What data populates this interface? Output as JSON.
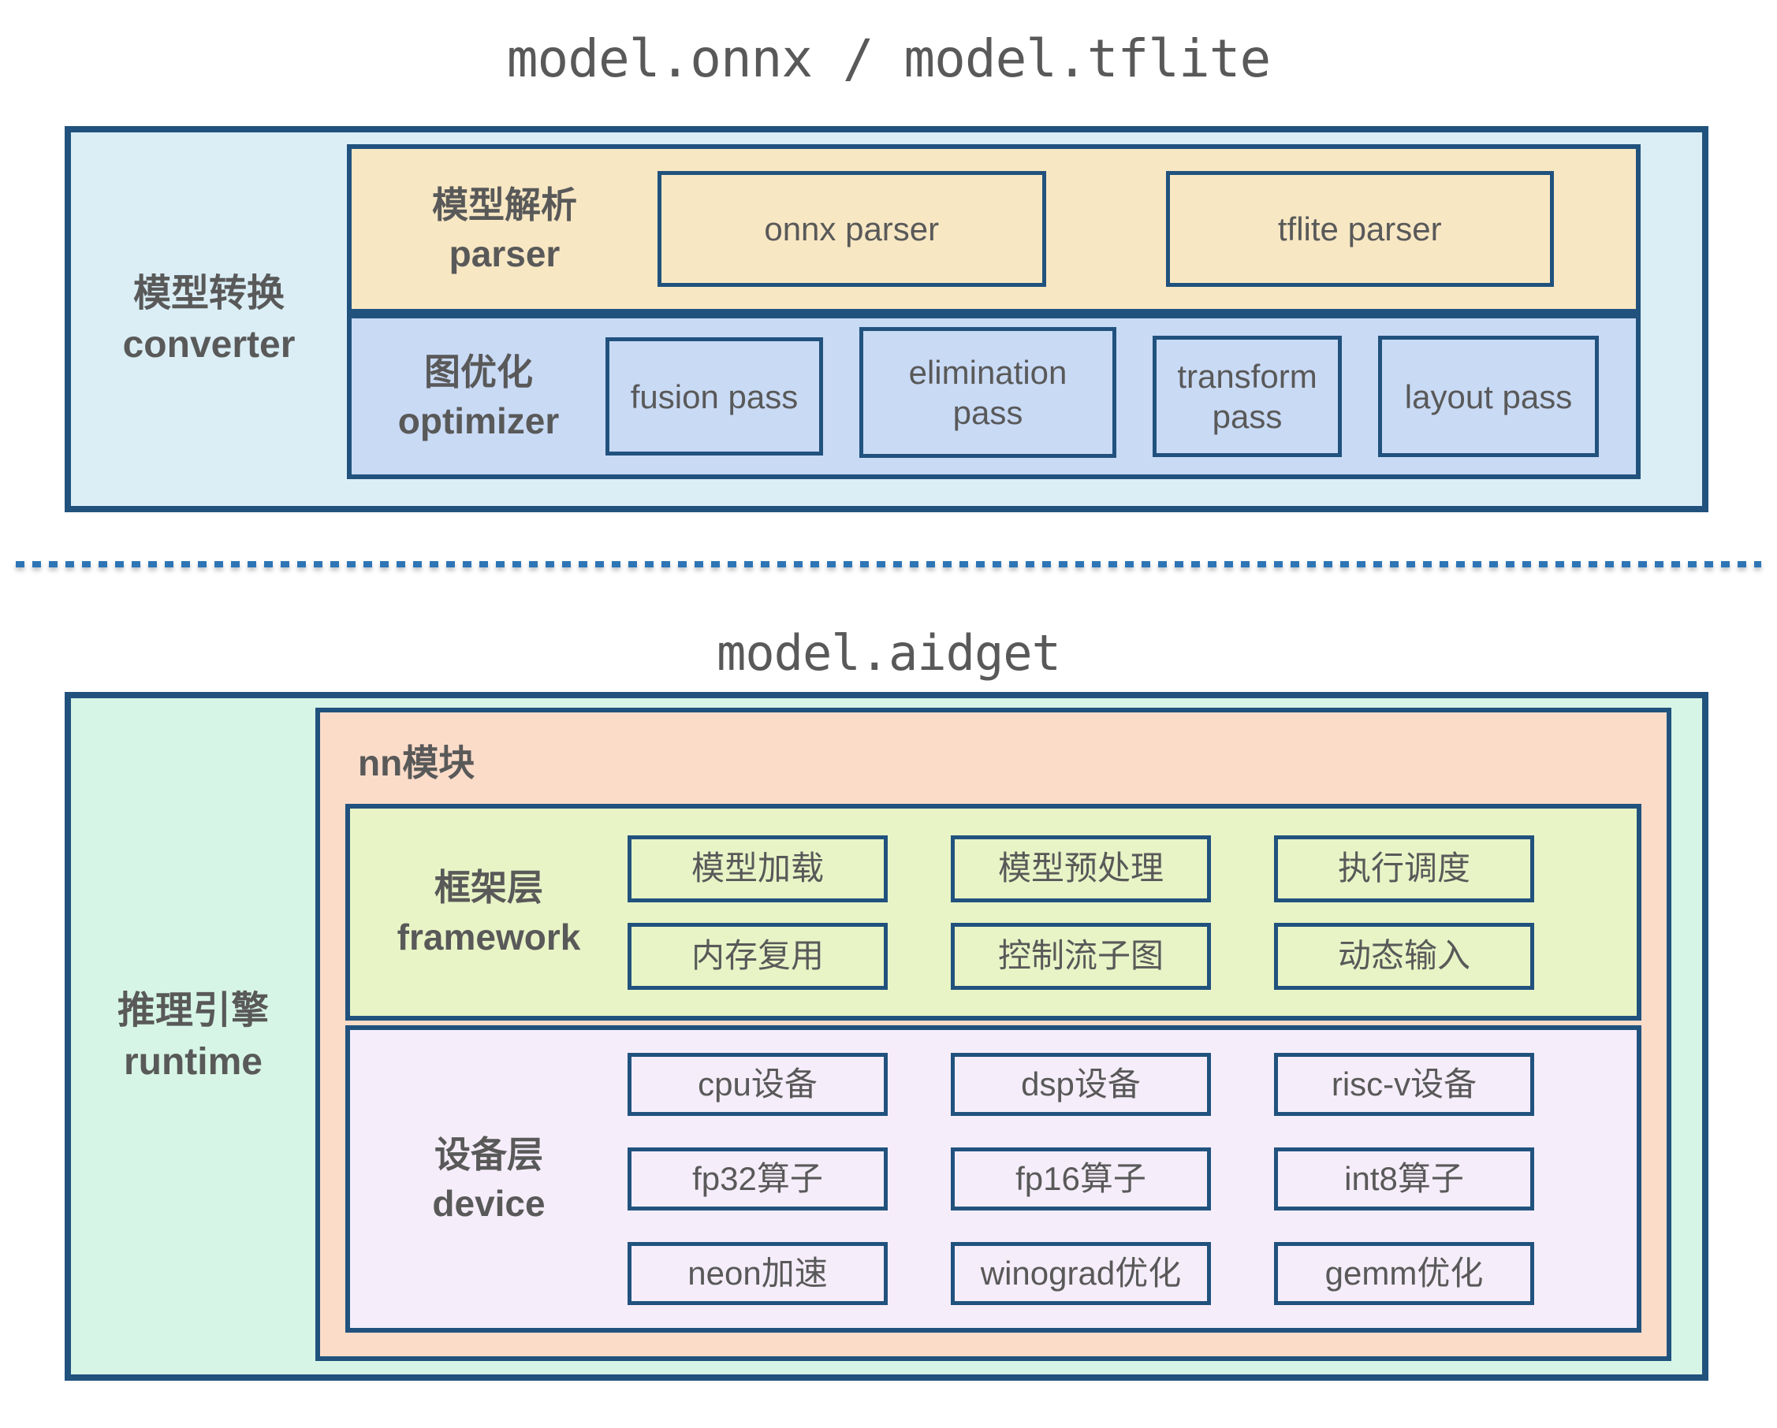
{
  "titles": {
    "top": "model.onnx / model.tflite",
    "bottom": "model.aidget"
  },
  "colors": {
    "border_navy": "#21527e",
    "converter_bg": "#dbeef6",
    "parser_bg": "#f7e7c3",
    "optimizer_bg": "#c9daf5",
    "runtime_bg": "#d6f5e6",
    "nn_module_bg": "#fadcc9",
    "framework_bg": "#e8f4c6",
    "device_bg": "#f5edf9",
    "divider_blue": "#2e75b6",
    "text_gray": "#595959"
  },
  "converter": {
    "label_zh": "模型转换",
    "label_en": "converter",
    "parser": {
      "label_zh": "模型解析",
      "label_en": "parser",
      "cells": [
        "onnx parser",
        "tflite parser"
      ]
    },
    "optimizer": {
      "label_zh": "图优化",
      "label_en": "optimizer",
      "cells": [
        "fusion pass",
        "elimination pass",
        "transform pass",
        "layout pass"
      ]
    }
  },
  "runtime": {
    "label_zh": "推理引擎",
    "label_en": "runtime",
    "nn_module": {
      "label": "nn模块",
      "framework": {
        "label_zh": "框架层",
        "label_en": "framework",
        "cells": [
          "模型加载",
          "模型预处理",
          "执行调度",
          "内存复用",
          "控制流子图",
          "动态输入"
        ]
      },
      "device": {
        "label_zh": "设备层",
        "label_en": "device",
        "cells": [
          "cpu设备",
          "dsp设备",
          "risc-v设备",
          "fp32算子",
          "fp16算子",
          "int8算子",
          "neon加速",
          "winograd优化",
          "gemm优化"
        ]
      }
    }
  }
}
